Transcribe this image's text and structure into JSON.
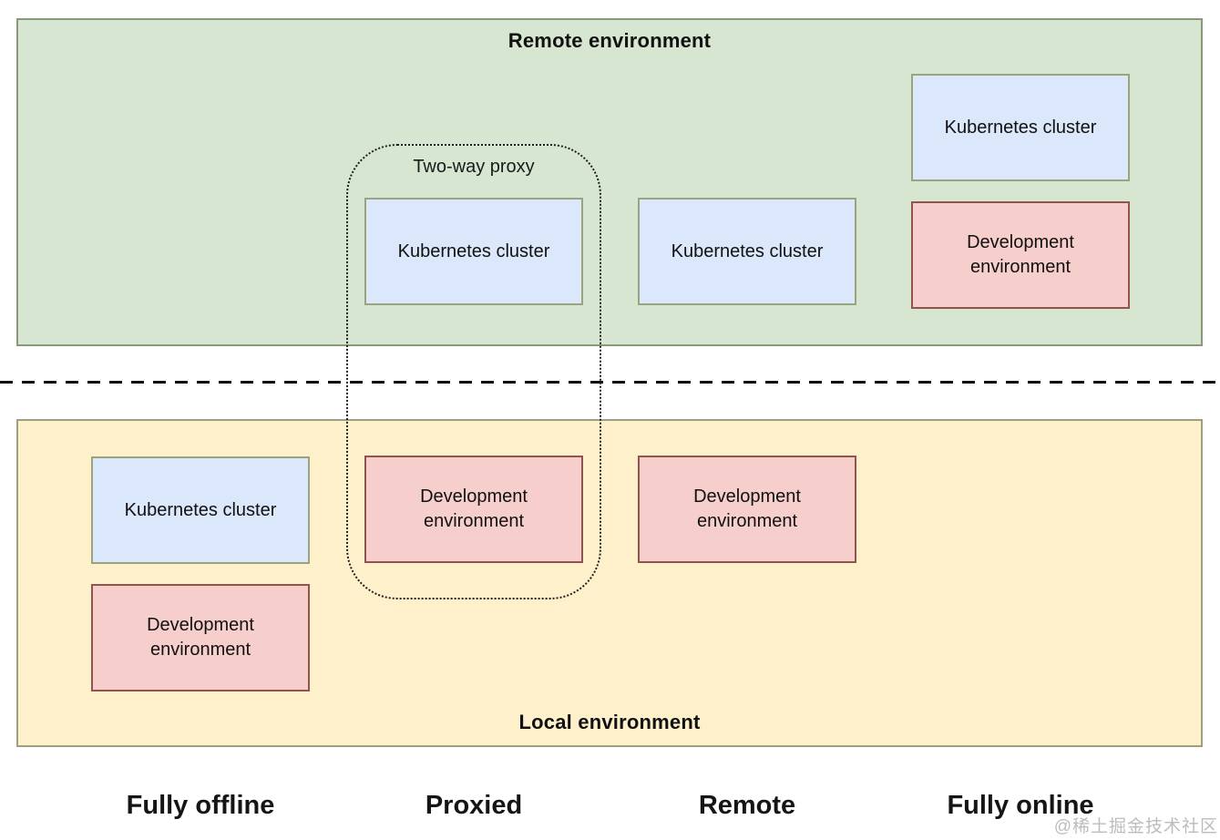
{
  "remote_environment": {
    "label": "Remote environment",
    "boxes": [
      {
        "name": "proxied-kubernetes-cluster",
        "label": "Kubernetes cluster"
      },
      {
        "name": "remote-kubernetes-cluster",
        "label": "Kubernetes cluster"
      },
      {
        "name": "online-kubernetes-cluster",
        "label": "Kubernetes cluster"
      },
      {
        "name": "online-development-environment",
        "label": "Development environment"
      }
    ]
  },
  "local_environment": {
    "label": "Local environment",
    "boxes": [
      {
        "name": "offline-kubernetes-cluster",
        "label": "Kubernetes cluster"
      },
      {
        "name": "offline-development-environment",
        "label": "Development environment"
      },
      {
        "name": "proxied-development-environment",
        "label": "Development environment"
      },
      {
        "name": "remote-development-environment",
        "label": "Development environment"
      }
    ]
  },
  "proxy": {
    "label": "Two-way proxy"
  },
  "column_labels": [
    {
      "label": "Fully offline"
    },
    {
      "label": "Proxied"
    },
    {
      "label": "Remote"
    },
    {
      "label": "Fully online"
    }
  ],
  "watermark": "@稀土掘金技术社区",
  "colors": {
    "remote_fill": "#d6e6d1",
    "remote_stroke": "#8a9a78",
    "local_fill": "#fdf0cb",
    "local_stroke": "#9d9f7f",
    "cluster_fill": "#dbe7fa",
    "cluster_stroke": "#99a47e",
    "dev_fill": "#f6cfcc",
    "dev_stroke": "#8f544b",
    "proxy_stroke": "#1f1f1f",
    "separator": "#111111",
    "watermark_text": "#bcbcbc"
  }
}
